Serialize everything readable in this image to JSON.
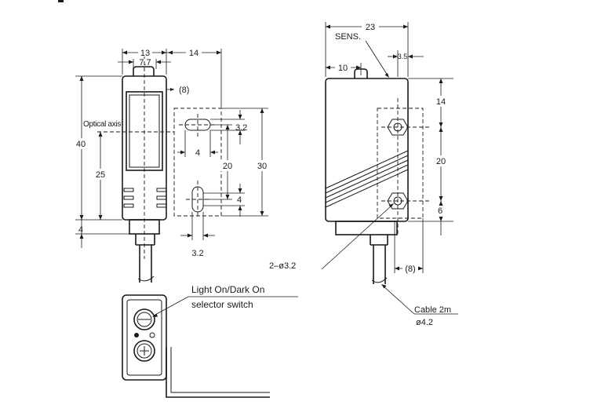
{
  "left_view": {
    "dim_width": "13",
    "dim_lens": "7.7",
    "dim_bracket": "14",
    "dim_bracket_ref": "(8)",
    "label_optical_axis": "Optical axis",
    "dim_height": "40",
    "dim_axis_height": "25",
    "dim_bottom": "4",
    "dim_slot_top": "3.2",
    "dim_slot_width": "4",
    "dim_slot_pitch": "20",
    "dim_bracket_height": "30",
    "dim_slot_lower": "4",
    "dim_slot_bottom": "3.2"
  },
  "right_view": {
    "dim_width": "23",
    "label_sens": "SENS.",
    "dim_offset": "10",
    "dim_edge": "3.5",
    "dim_top": "14",
    "dim_pitch": "20",
    "dim_bottom": "6",
    "label_holes": "2–ø3.2",
    "dim_depth_ref": "(8)",
    "label_cable": "Cable 2m",
    "label_cable_dia": "ø4.2"
  },
  "bottom_view": {
    "label_switch_line1": "Light On/Dark On",
    "label_switch_line2": "selector switch"
  },
  "colors": {
    "line": "#1a1a1a",
    "background": "#ffffff"
  }
}
